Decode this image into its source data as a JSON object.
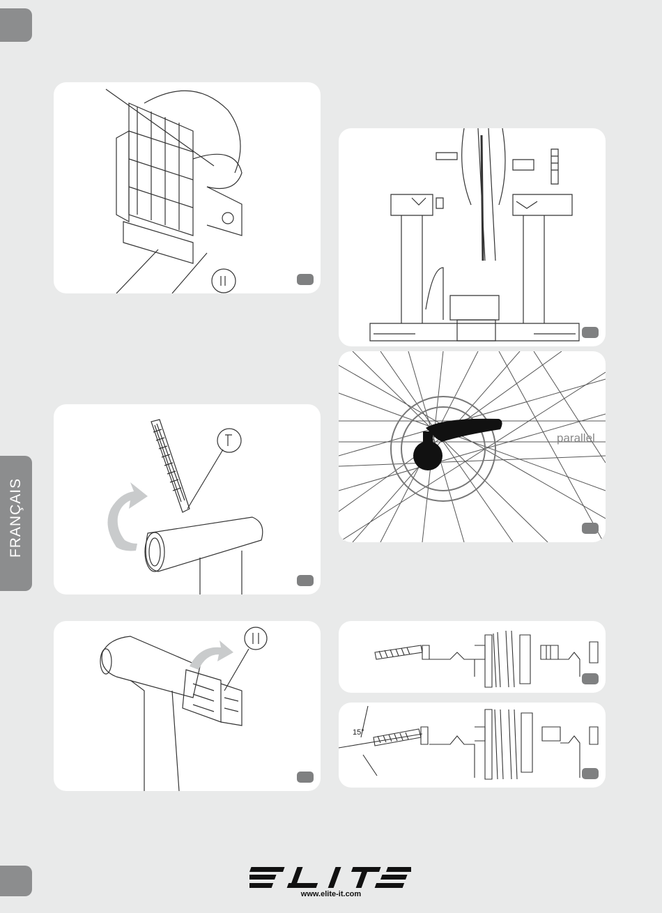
{
  "sidebar": {
    "language_label": "FRANÇAIS"
  },
  "figures": {
    "wheel_label": "parallel",
    "angle_label": "15°"
  },
  "footer": {
    "logo_alt": "ELITE",
    "website": "www.elite-it.com"
  },
  "colors": {
    "page_background": "#e9eaea",
    "tab_gray": "#8c8d8e",
    "panel_white": "#ffffff",
    "badge_gray": "#7f8081"
  }
}
